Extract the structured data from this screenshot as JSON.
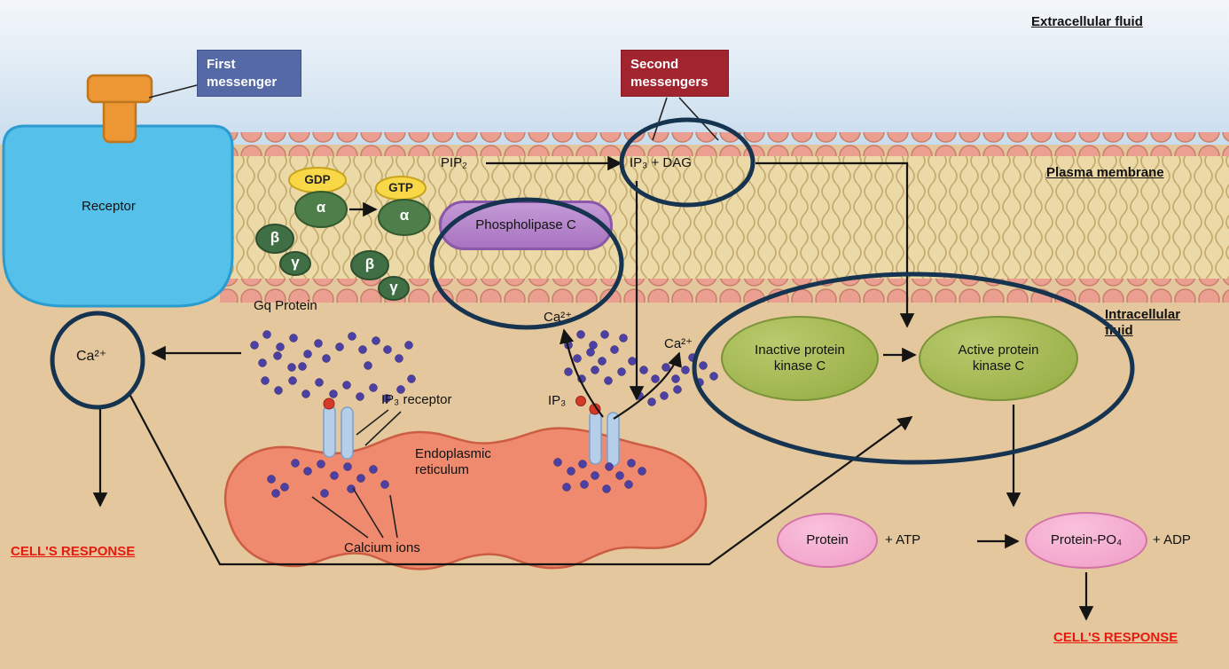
{
  "title": "Phospholipase C / IP3-DAG second messenger pathway",
  "regions": {
    "extracellular": "Extracellular fluid",
    "plasma_membrane": "Plasma membrane",
    "intracellular": "Intracellular fluid"
  },
  "boxes": {
    "first_messenger": "First messenger",
    "second_messengers": "Second messengers"
  },
  "labels": {
    "receptor": "Receptor",
    "gdp": "GDP",
    "gtp": "GTP",
    "alpha": "α",
    "beta": "β",
    "gamma": "γ",
    "gq_protein": "Gq Protein",
    "plc": "Phospholipase C",
    "pip2": "PIP₂",
    "ip3_dag": "IP₃ + DAG",
    "ca": "Ca²⁺",
    "ip3_receptor": "IP₃ receptor",
    "ip3": "IP₃",
    "er": "Endoplasmic reticulum",
    "calcium_ions": "Calcium ions",
    "inactive_pkc": "Inactive protein kinase C",
    "active_pkc": "Active protein kinase C",
    "protein": "Protein",
    "plus_atp": "+ ATP",
    "protein_po4": "Protein-PO₄",
    "plus_adp": "+ ADP",
    "cells_response": "CELL'S RESPONSE"
  },
  "colors": {
    "extracellular_bg": "#cfe0ef",
    "intracellular_bg": "#e4c79c",
    "lipid_head": "#eb9f90",
    "receptor_blue": "#55c1ea",
    "ligand_orange": "#ec9733",
    "first_messenger_box": "#5569a6",
    "second_messenger_box": "#a2242e",
    "g_protein_green": "#4e7f4a",
    "nucleotide_yellow": "#f9d848",
    "plc_purple": "#b687cb",
    "er_salmon": "#ef8a6e",
    "calcium_dot": "#4c41a3",
    "kinase_green": "#9cb84e",
    "protein_pink": "#f5aacd",
    "highlight_navy": "#16334f",
    "response_red": "#e8190e"
  }
}
